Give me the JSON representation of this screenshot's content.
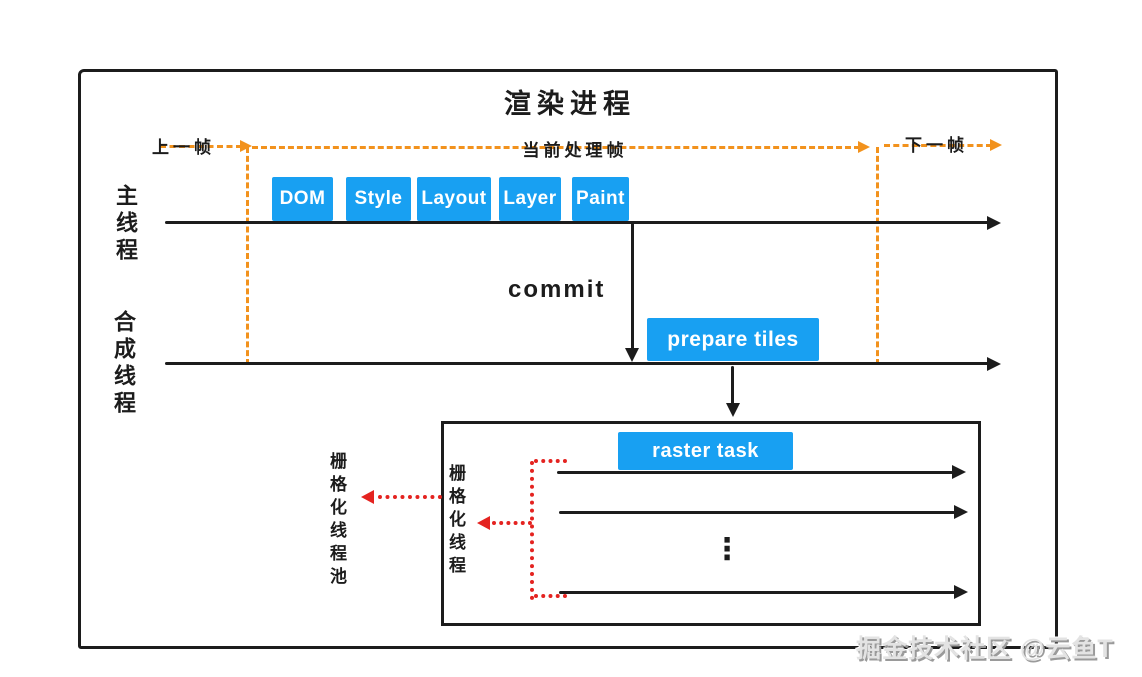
{
  "title": "渲染进程",
  "frame_labels": {
    "previous": "上一帧",
    "current": "当前处理帧",
    "next": "下一帧"
  },
  "thread_labels": {
    "main": "主线程",
    "compositor": "合成线程"
  },
  "main_thread_stages": [
    "DOM",
    "Style",
    "Layout",
    "Layer",
    "Paint"
  ],
  "commit_label": "commit",
  "compositor_stage_label": "prepare tiles",
  "raster_section": {
    "task_label": "raster task",
    "thread_label": "栅格化线程",
    "pool_label": "栅格化线程池",
    "ellipsis": "⋮"
  },
  "watermark": "掘金技术社区 @云鱼T",
  "colors": {
    "stage_blue": "#18a0f2",
    "frame_orange": "#f2921d",
    "raster_red": "#e42320",
    "ink": "#1c1c1c"
  }
}
